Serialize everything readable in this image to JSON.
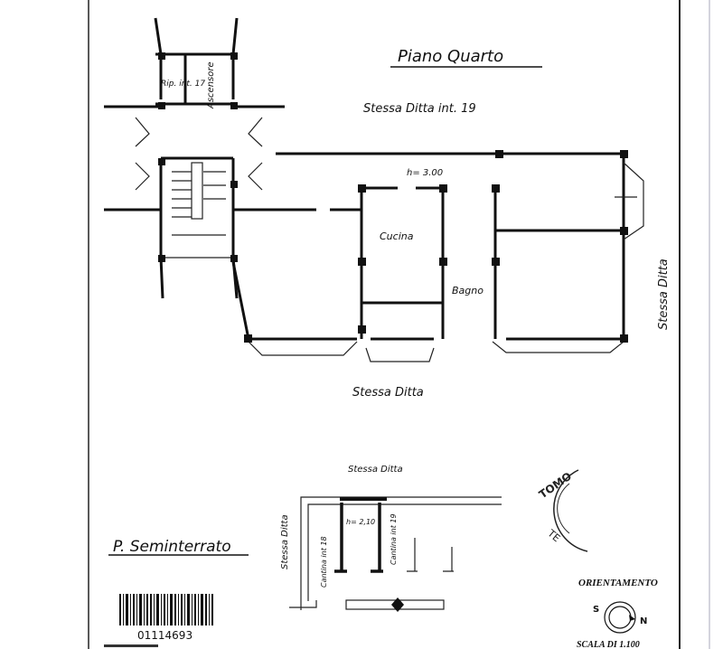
{
  "plan": {
    "floor_title": "Piano Quarto",
    "neighbor_top": "Stessa Ditta int. 19",
    "ceiling_height": "h= 3.00",
    "room_kitchen": "Cucina",
    "room_bathroom": "Bagno",
    "neighbor_right": "Stessa Ditta",
    "neighbor_bottom": "Stessa Ditta",
    "elevator": "Ascensore",
    "storage": "Rip. int. 17"
  },
  "basement": {
    "title": "P. Seminterrato",
    "neighbor_top": "Stessa Ditta",
    "neighbor_left": "Stessa Ditta",
    "ceiling_height": "h= 2,10",
    "cellar_18": "Cantina int 18",
    "cellar_19": "Cantina int 19"
  },
  "orientation": {
    "label": "ORIENTAMENTO",
    "south": "S",
    "north": "N",
    "scale": "SCALA DI 1.100"
  },
  "barcode": {
    "number": "01114693"
  },
  "stamp": {
    "text": "TOMO TE"
  }
}
